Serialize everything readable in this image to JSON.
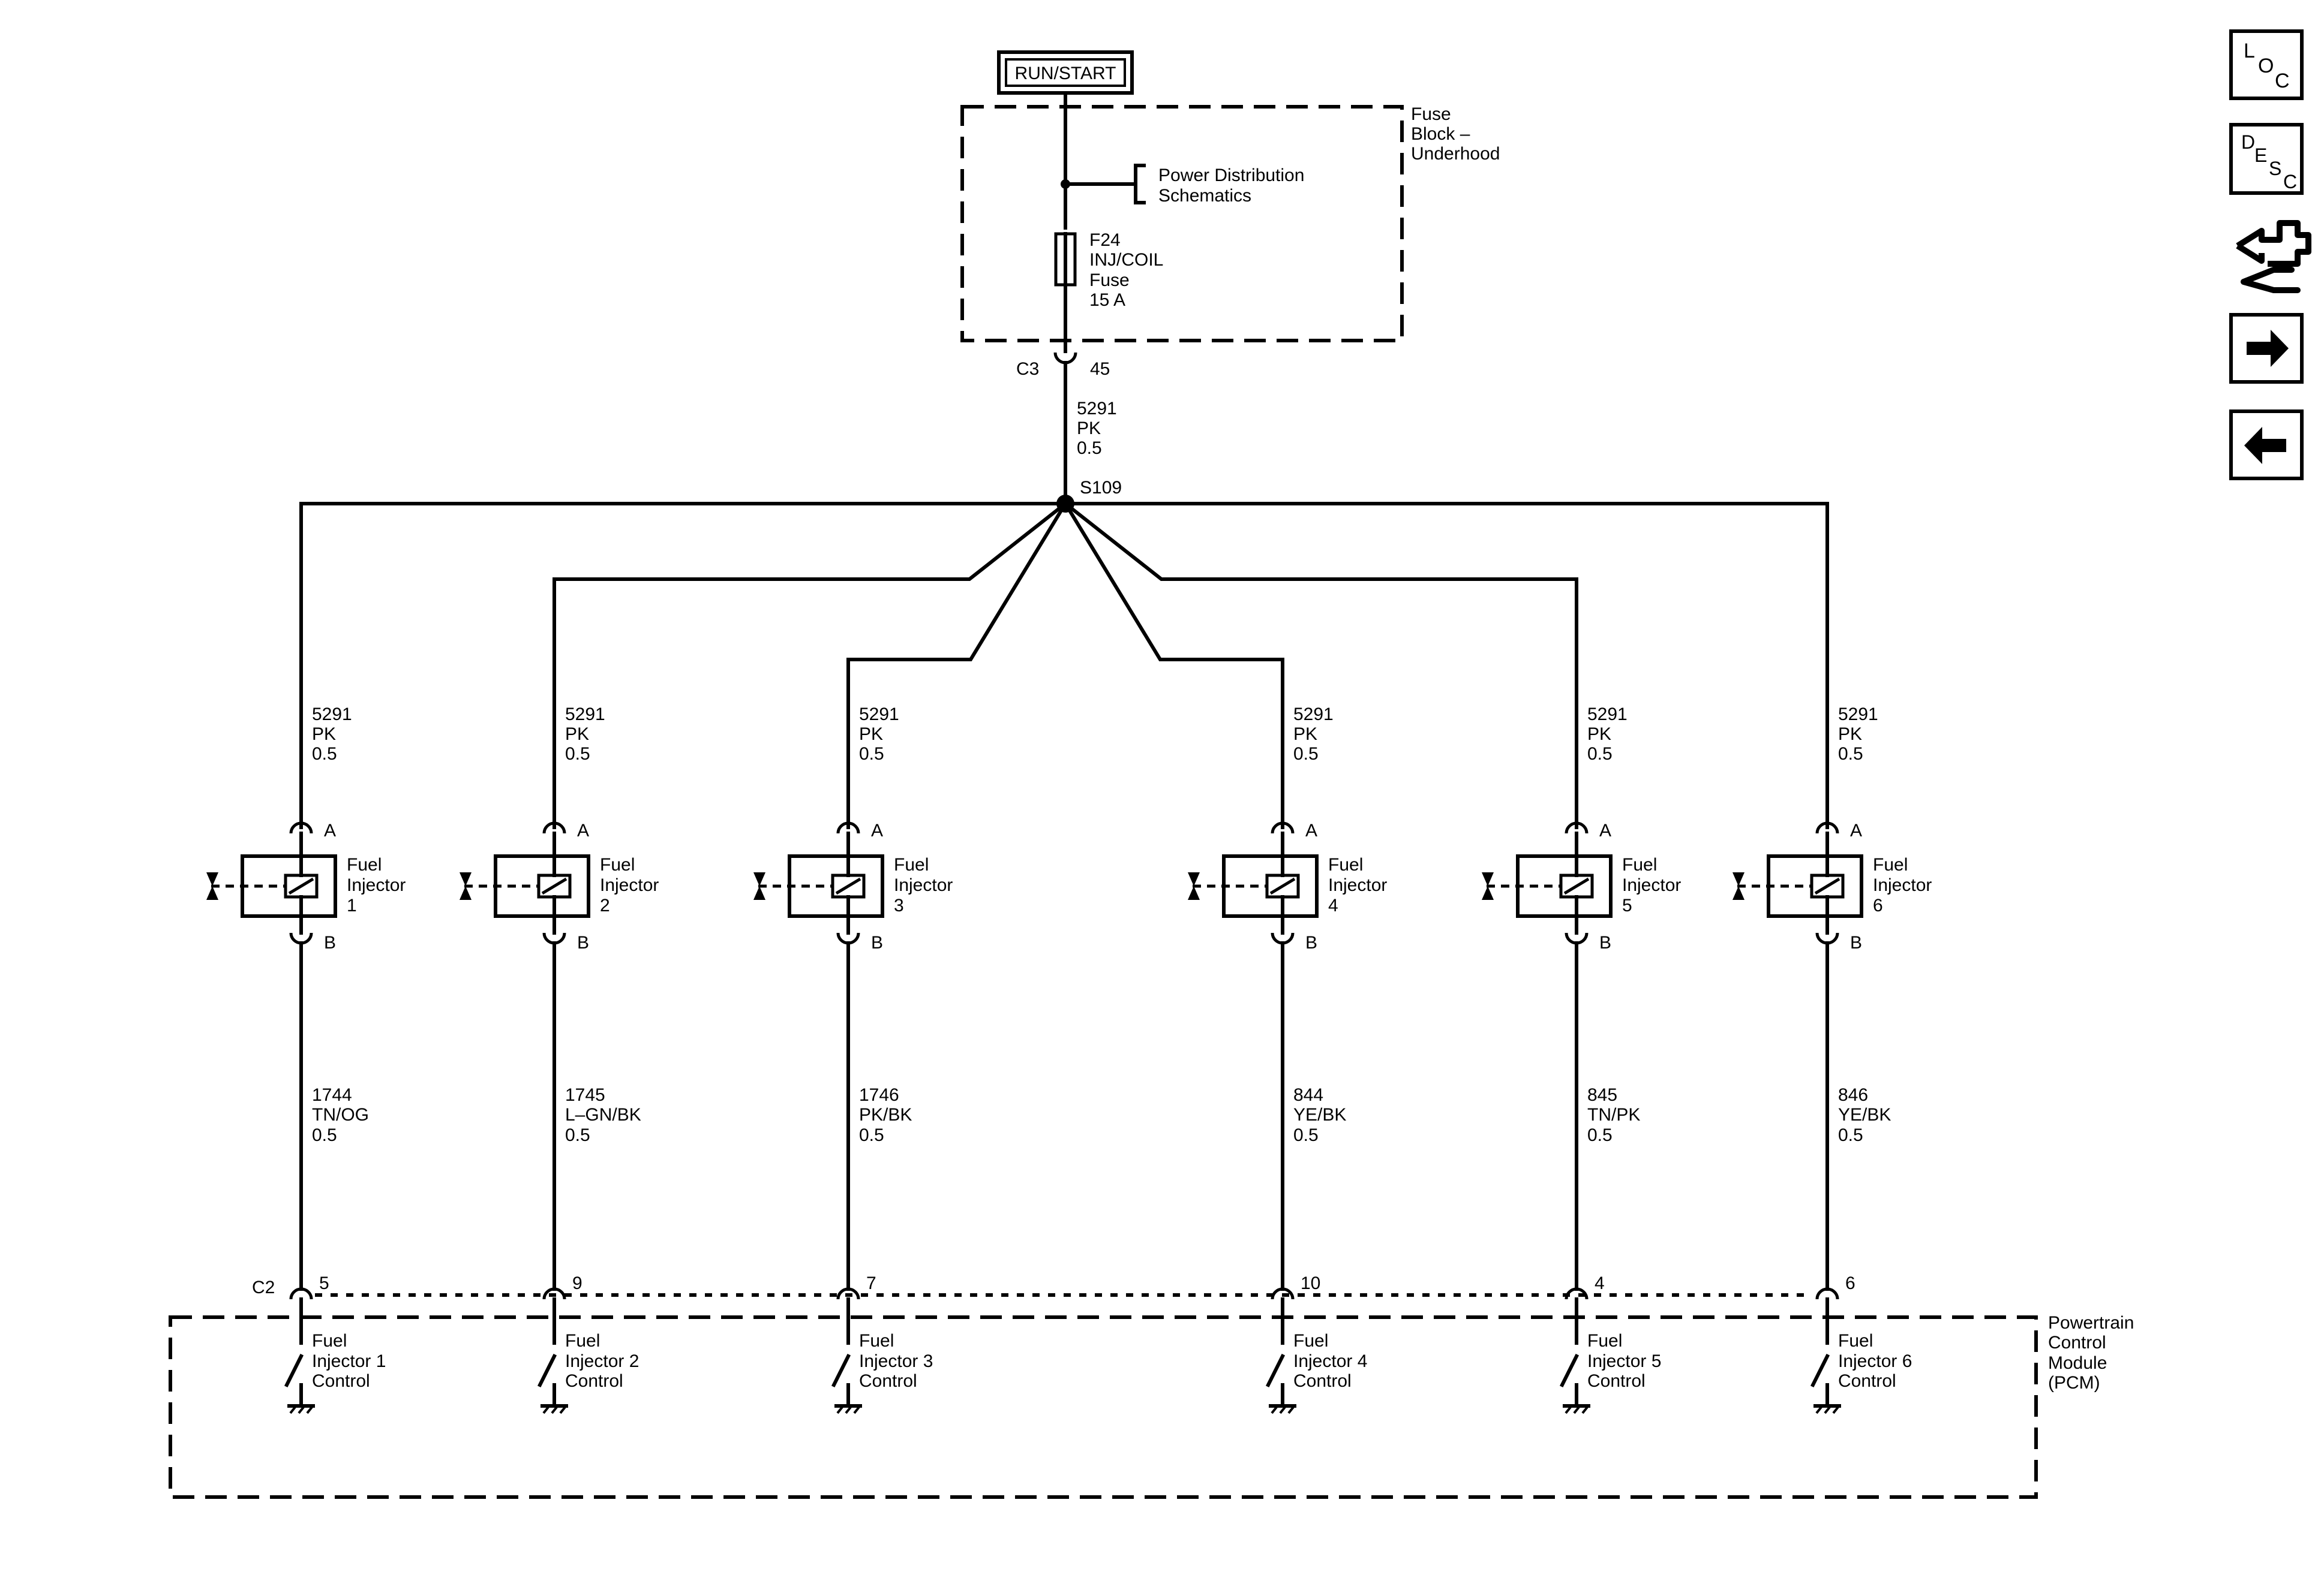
{
  "power": {
    "source": "RUN/START",
    "fuse_block": [
      "Fuse",
      "Block –",
      "Underhood"
    ],
    "power_dist": [
      "Power Distribution",
      "Schematics"
    ],
    "fuse": [
      "F24",
      "INJ/COIL",
      "Fuse",
      "15 A"
    ],
    "connector": "C3",
    "pin": "45",
    "feed_wire": [
      "5291",
      "PK",
      "0.5"
    ],
    "splice": "S109"
  },
  "injectors": [
    {
      "name": [
        "Fuel",
        "Injector",
        "1"
      ],
      "feed": [
        "5291",
        "PK",
        "0.5"
      ],
      "pin_a": "A",
      "pin_b": "B",
      "ctrl": [
        "1744",
        "TN/OG",
        "0.5"
      ],
      "pcm_pin": "5",
      "pcm_label": [
        "Fuel",
        "Injector 1",
        "Control"
      ]
    },
    {
      "name": [
        "Fuel",
        "Injector",
        "2"
      ],
      "feed": [
        "5291",
        "PK",
        "0.5"
      ],
      "pin_a": "A",
      "pin_b": "B",
      "ctrl": [
        "1745",
        "L–GN/BK",
        "0.5"
      ],
      "pcm_pin": "9",
      "pcm_label": [
        "Fuel",
        "Injector 2",
        "Control"
      ]
    },
    {
      "name": [
        "Fuel",
        "Injector",
        "3"
      ],
      "feed": [
        "5291",
        "PK",
        "0.5"
      ],
      "pin_a": "A",
      "pin_b": "B",
      "ctrl": [
        "1746",
        "PK/BK",
        "0.5"
      ],
      "pcm_pin": "7",
      "pcm_label": [
        "Fuel",
        "Injector 3",
        "Control"
      ]
    },
    {
      "name": [
        "Fuel",
        "Injector",
        "4"
      ],
      "feed": [
        "5291",
        "PK",
        "0.5"
      ],
      "pin_a": "A",
      "pin_b": "B",
      "ctrl": [
        "844",
        "YE/BK",
        "0.5"
      ],
      "pcm_pin": "10",
      "pcm_label": [
        "Fuel",
        "Injector 4",
        "Control"
      ]
    },
    {
      "name": [
        "Fuel",
        "Injector",
        "5"
      ],
      "feed": [
        "5291",
        "PK",
        "0.5"
      ],
      "pin_a": "A",
      "pin_b": "B",
      "ctrl": [
        "845",
        "TN/PK",
        "0.5"
      ],
      "pcm_pin": "4",
      "pcm_label": [
        "Fuel",
        "Injector 5",
        "Control"
      ]
    },
    {
      "name": [
        "Fuel",
        "Injector",
        "6"
      ],
      "feed": [
        "5291",
        "PK",
        "0.5"
      ],
      "pin_a": "A",
      "pin_b": "B",
      "ctrl": [
        "846",
        "YE/BK",
        "0.5"
      ],
      "pcm_pin": "6",
      "pcm_label": [
        "Fuel",
        "Injector 6",
        "Control"
      ]
    }
  ],
  "pcm": {
    "connector": "C2",
    "name": [
      "Powertrain",
      "Control",
      "Module",
      "(PCM)"
    ]
  },
  "nav": {
    "loc": [
      "L",
      "O",
      "C"
    ],
    "desc": [
      "D",
      "E",
      "S",
      "C"
    ],
    "items": [
      "loc-button",
      "desc-button",
      "connector-icon-button",
      "next-button",
      "back-button"
    ]
  }
}
